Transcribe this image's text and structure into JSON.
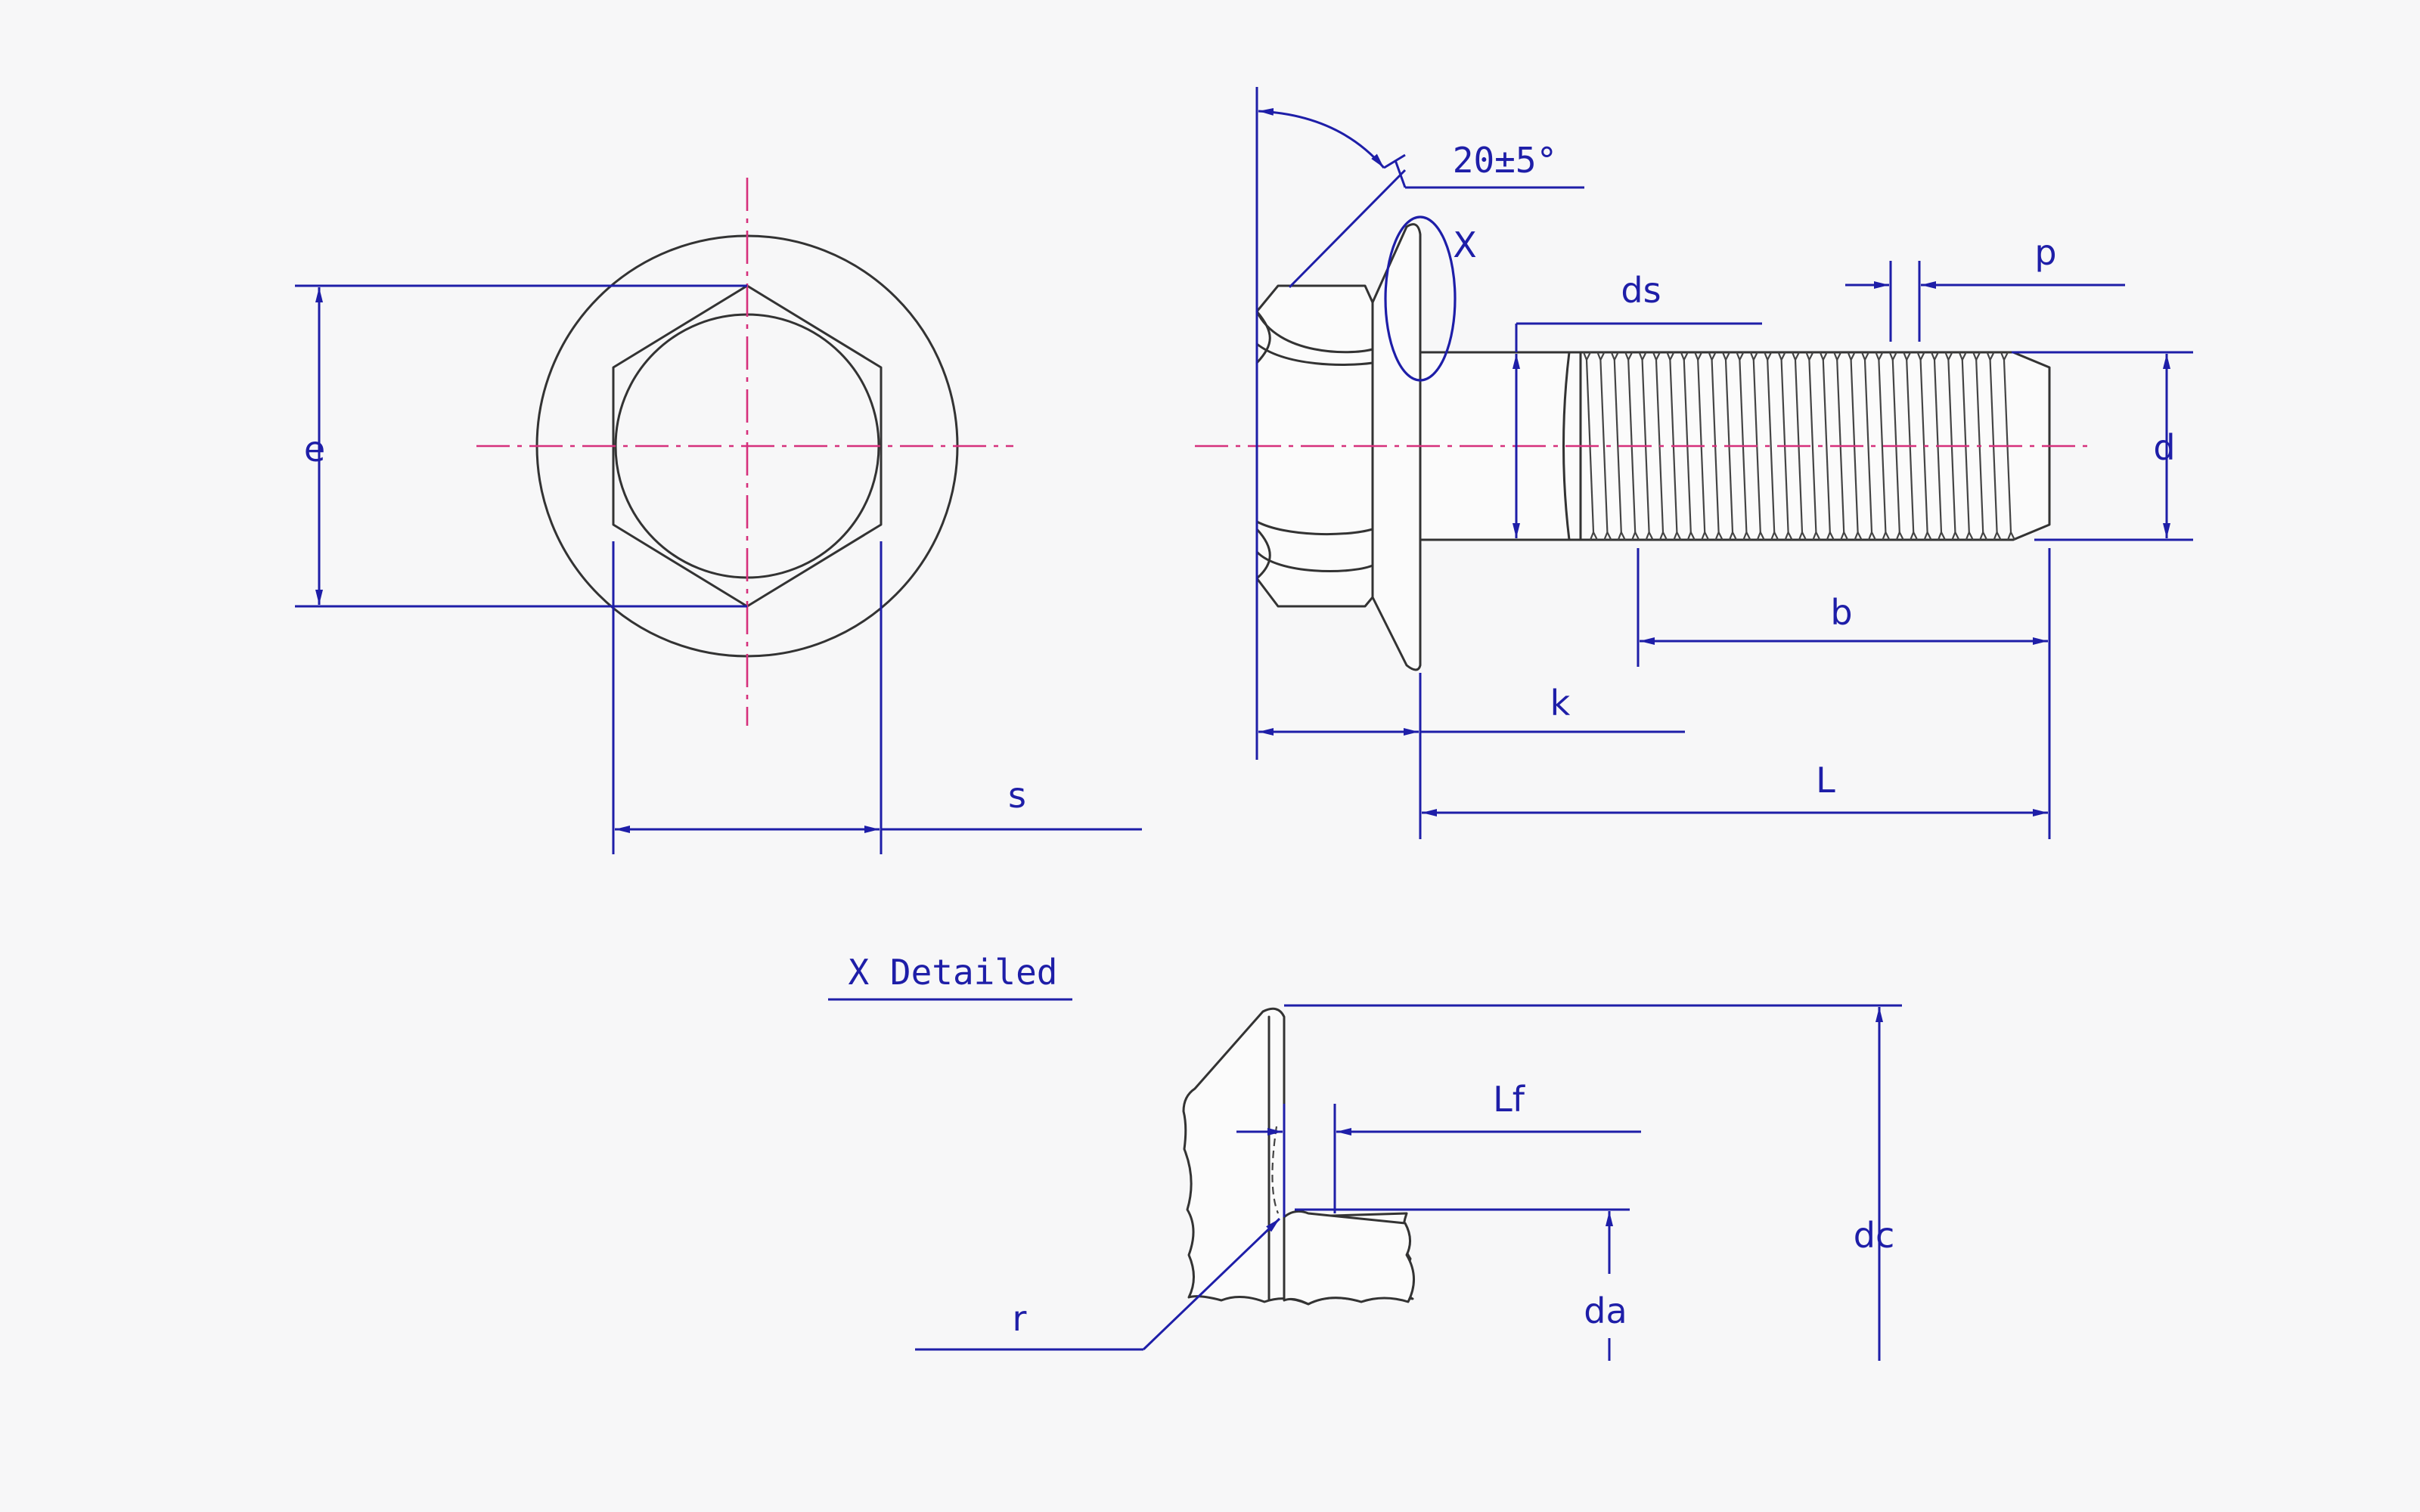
{
  "labels": {
    "e": "e",
    "s": "s",
    "angle": "20±5°",
    "x_mark": "X",
    "ds": "ds",
    "p": "p",
    "d": "d",
    "b": "b",
    "k": "k",
    "L": "L",
    "detail_title": "X Detailed",
    "Lf": "Lf",
    "dc": "dc",
    "da": "da",
    "r": "r"
  },
  "colors": {
    "dimension": "#1e1ea8",
    "centerline": "#d6307c",
    "outline": "#333333",
    "background": "#f7f7f8"
  }
}
